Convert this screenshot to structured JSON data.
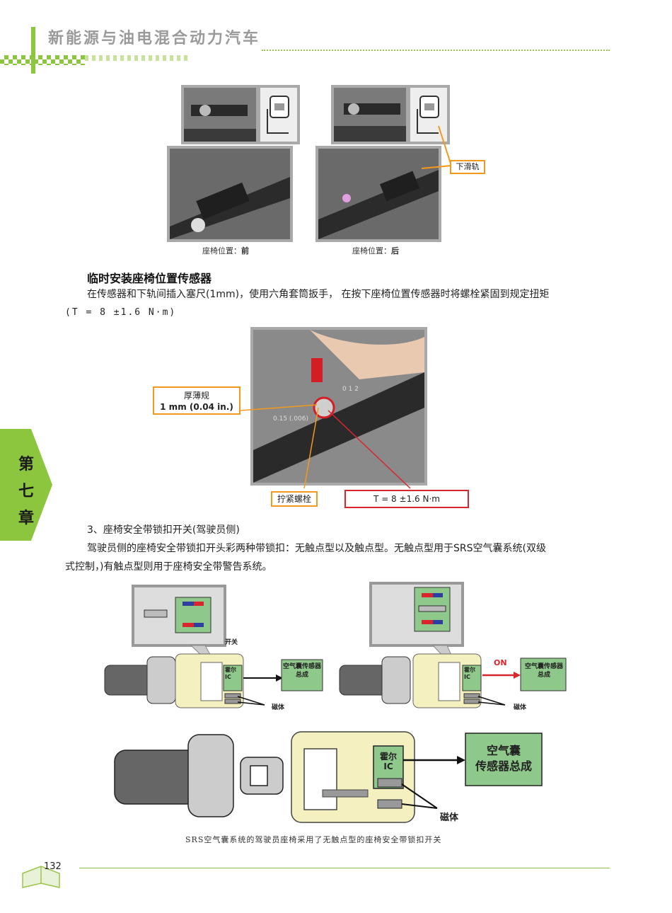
{
  "header": {
    "title": "新能源与油电混合动力汽车"
  },
  "figure1": {
    "caption_front_prefix": "座椅位置：",
    "caption_front_value": "前",
    "caption_rear_prefix": "座椅位置：",
    "caption_rear_value": "后",
    "label_lower_rail": "下滑轨"
  },
  "section1": {
    "title": "临时安装座椅位置传感器",
    "body_line1": "在传感器和下轨间插入塞尺(1mm)，使用六角套筒扳手， 在按下座椅位置传感器时将螺栓紧固到规定扭矩",
    "body_line2": "(T = 8 ±1.6 N·m)"
  },
  "figure2": {
    "gauge_label_line1": "厚薄规",
    "gauge_label_line2": "1 mm (0.04 in.)",
    "bolt_label": "拧紧螺栓",
    "torque_label": "T = 8 ±1.6 N·m"
  },
  "chapter": {
    "char1": "第",
    "char2": "七",
    "char3": "章"
  },
  "section3": {
    "title": "3、座椅安全带锁扣开关(驾驶员侧)",
    "body_line1": "驾驶员侧的座椅安全带锁扣开头彩两种带锁扣：无触点型以及触点型。无触点型用于SRS空气囊系统(双级",
    "body_line2": "式控制，)有触点型则用于座椅安全带警告系统。"
  },
  "figure3": {
    "switch_label": "开关",
    "hall_ic_small": "霍尔IC",
    "airbag_small": "空气囊传感器总成",
    "magnet_label": "磁体",
    "on_label": "ON",
    "hall_ic_big_line1": "霍尔",
    "hall_ic_big_line2": "IC",
    "airbag_big_line1": "空气囊",
    "airbag_big_line2": "传感器总成",
    "caption": "SRS空气囊系统的驾驶员座椅采用了无触点型的座椅安全带锁扣开关"
  },
  "footer": {
    "page_number": "132"
  },
  "colors": {
    "accent_green": "#8cc63f",
    "label_orange": "#f39a1e",
    "label_red": "#d8262e",
    "box_green": "#8ec88a"
  }
}
